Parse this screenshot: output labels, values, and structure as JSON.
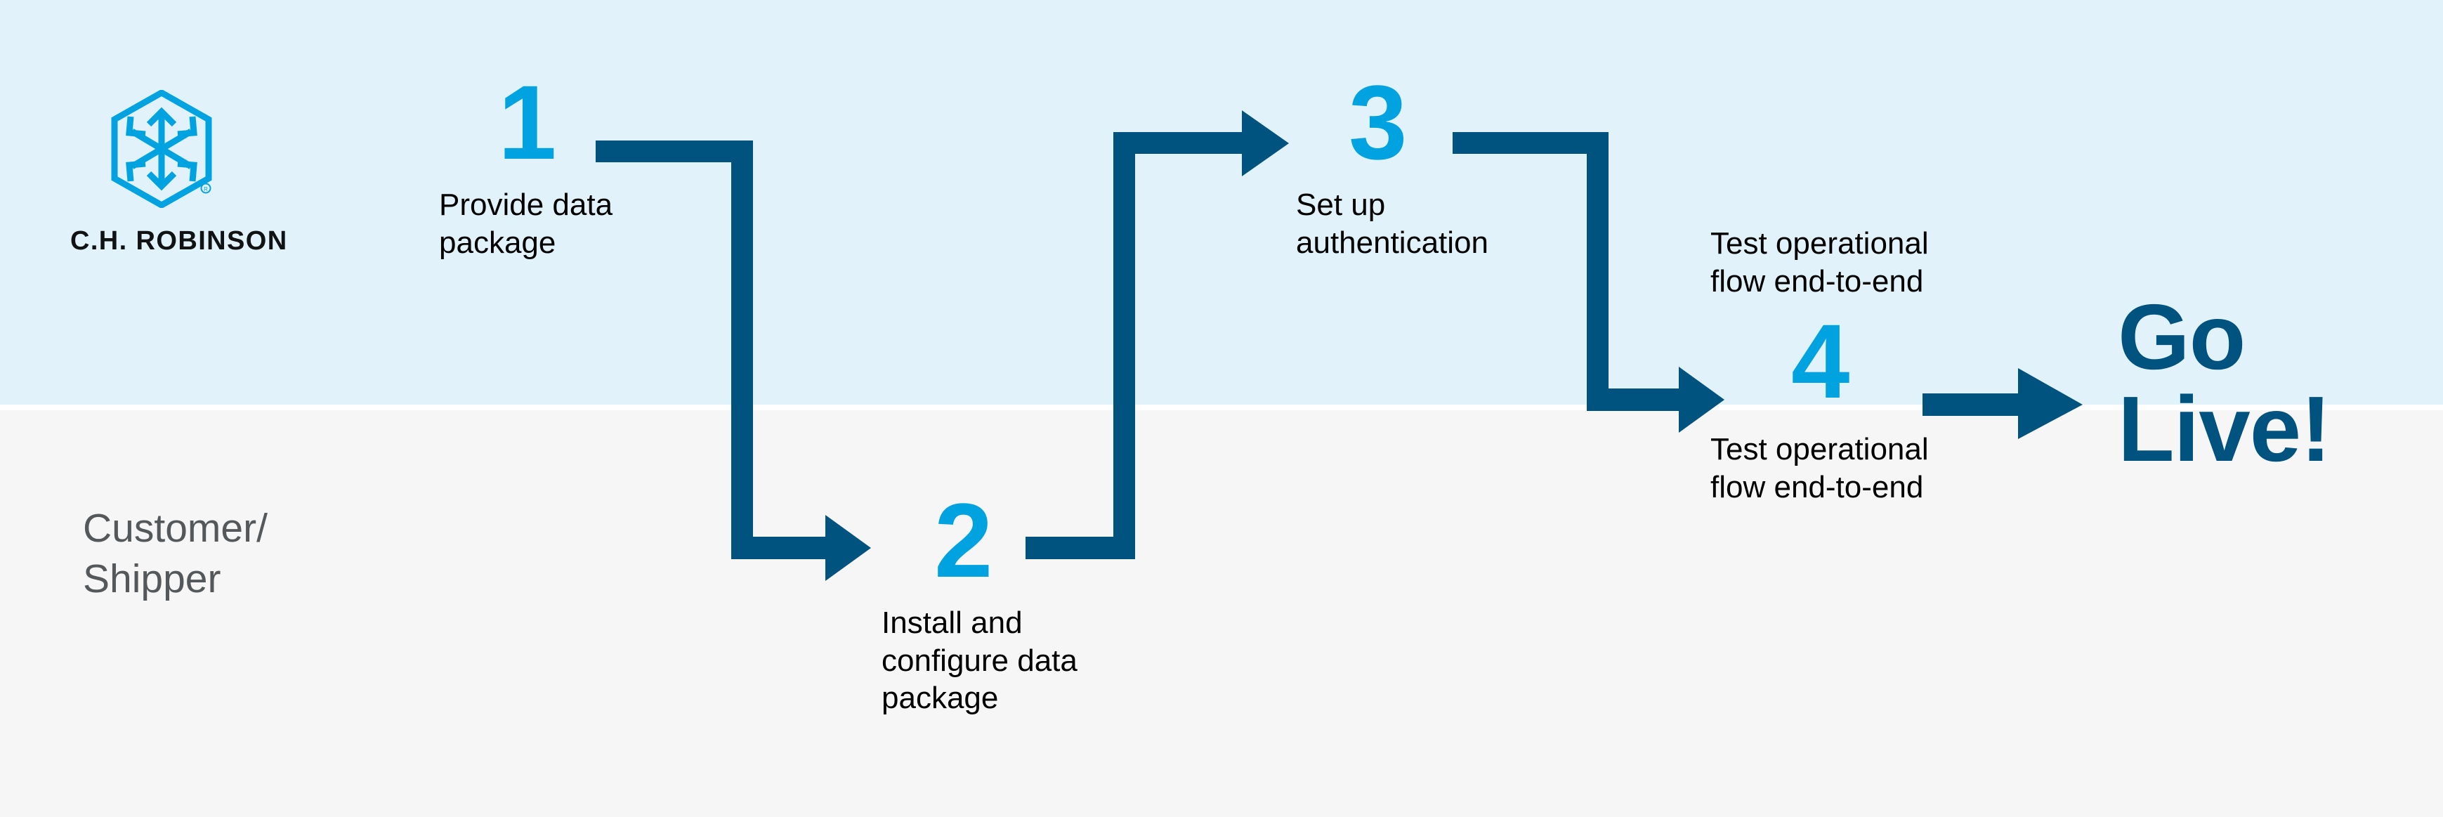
{
  "brand": {
    "name": "C.H. ROBINSON",
    "logo_icon": "hexagon-cube-arrows-logo",
    "logo_color": "#00a3e0",
    "registered_mark": "®"
  },
  "colors": {
    "band_top": "#e2f2fb",
    "band_bottom": "#f6f6f6",
    "accent_cyan": "#00a3e0",
    "navy": "#00527f",
    "label_gray": "#54585a",
    "body_text": "#000000"
  },
  "lanes": {
    "top_label": "",
    "bottom_label": "Customer/\nShipper"
  },
  "steps": [
    {
      "number": "1",
      "label": "Provide data\npackage",
      "lane": "top"
    },
    {
      "number": "2",
      "label": "Install and\nconfigure data\npackage",
      "lane": "bottom"
    },
    {
      "number": "3",
      "label": "Set up\nauthentication",
      "lane": "top"
    },
    {
      "number": "4",
      "label_top": "Test operational\nflow end-to-end",
      "label_bottom": "Test operational\nflow end-to-end",
      "lane": "both"
    }
  ],
  "outcome": {
    "line1": "Go",
    "line2": "Live!"
  },
  "connectors": [
    {
      "id": "c1",
      "from": "step-1",
      "to": "step-2",
      "path": "right-down-right-arrow"
    },
    {
      "id": "c2",
      "from": "step-2",
      "to": "step-3",
      "path": "right-up-right-arrow"
    },
    {
      "id": "c3",
      "from": "step-3",
      "to": "step-4",
      "path": "right-down-right-arrow"
    },
    {
      "id": "c4",
      "from": "step-4",
      "to": "go-live",
      "path": "right-arrow"
    }
  ]
}
